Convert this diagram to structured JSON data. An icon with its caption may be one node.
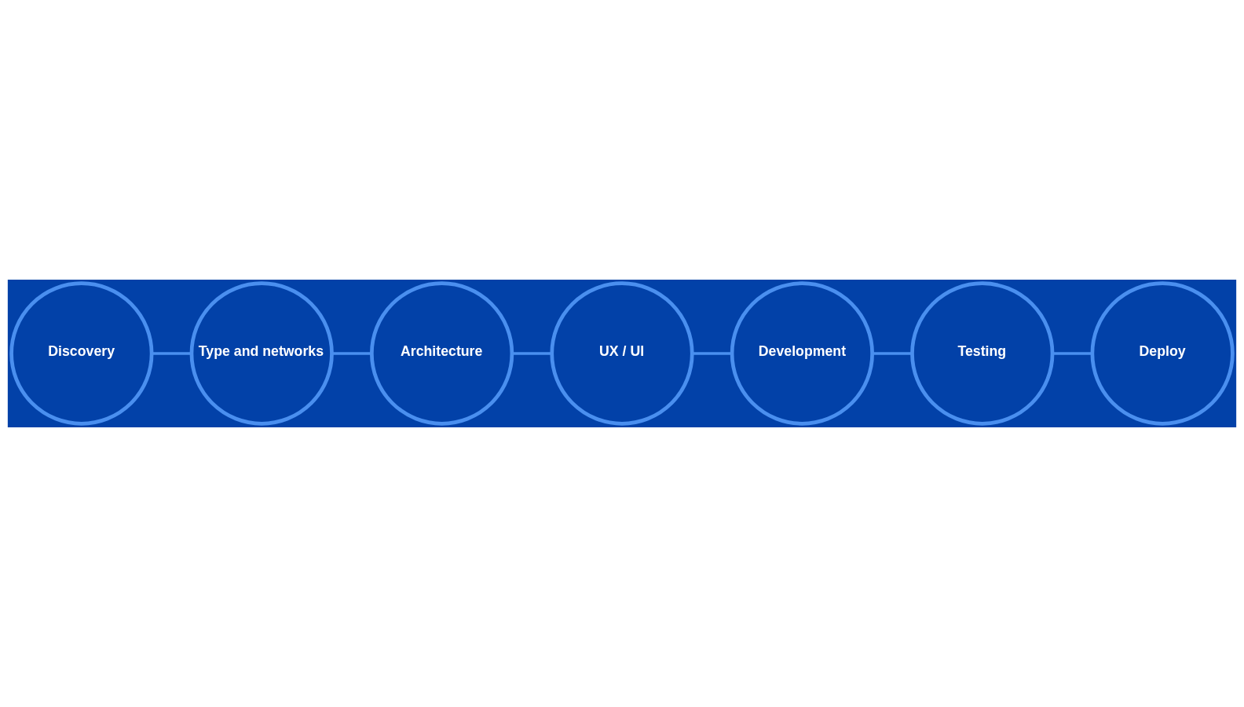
{
  "diagram": {
    "nodes": [
      {
        "text": [
          "Discovery"
        ]
      },
      {
        "text": [
          "Type and networks"
        ]
      },
      {
        "text": [
          "Architecture"
        ]
      },
      {
        "text": [
          "UX / UI"
        ]
      },
      {
        "text": [
          "Development"
        ]
      },
      {
        "text": [
          "Testing"
        ]
      },
      {
        "text": [
          "Deploy"
        ]
      }
    ],
    "edges": [
      {
        "from": 0,
        "to": 1,
        "arrow": "none"
      },
      {
        "from": 1,
        "to": 2,
        "arrow": "none"
      },
      {
        "from": 2,
        "to": 3,
        "arrow": "none"
      },
      {
        "from": 3,
        "to": 4,
        "arrow": "none"
      },
      {
        "from": 4,
        "to": 5,
        "arrow": "none"
      },
      {
        "from": 5,
        "to": 6,
        "arrow": "none"
      }
    ]
  }
}
